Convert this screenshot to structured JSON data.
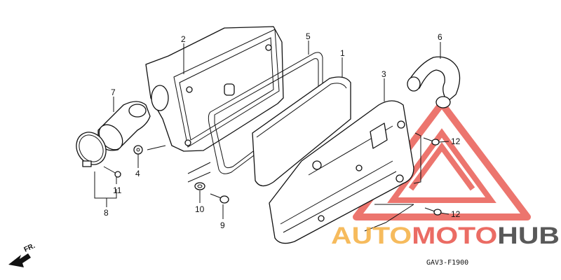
{
  "diagram": {
    "part_numbers": [
      "1",
      "2",
      "3",
      "4",
      "5",
      "6",
      "7",
      "8",
      "9",
      "10",
      "11",
      "12",
      "12"
    ],
    "code": "GAV3-F1900",
    "direction_label": "FR."
  },
  "watermark": {
    "part1": "AUTO",
    "part2": "MOTO",
    "part3": "HUB",
    "colors": {
      "red": "#e8534a",
      "orange": "#f5b041",
      "gray": "#3d3d3d"
    }
  }
}
